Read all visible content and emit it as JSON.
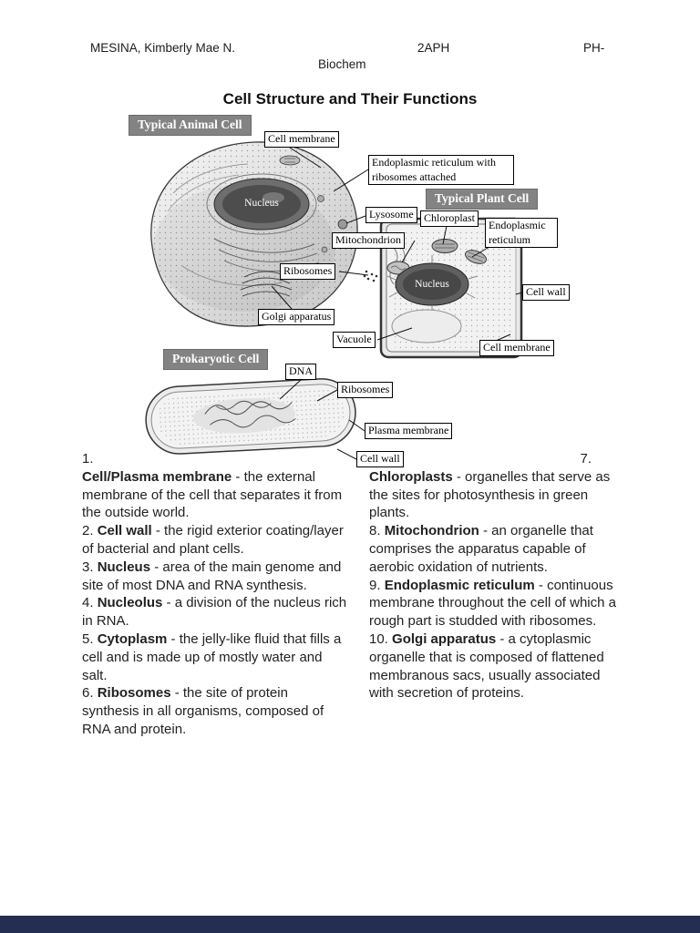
{
  "header": {
    "name_left": "MESINA, Kimberly Mae N.",
    "section_center": "2APH",
    "right_fragment": "PH-",
    "line2": "Biochem"
  },
  "title": "Cell Structure and Their Functions",
  "diagram": {
    "section_headers": {
      "animal": "Typical Animal Cell",
      "plant": "Typical Plant Cell",
      "prokaryote": "Prokaryotic Cell"
    },
    "labels": {
      "cell_membrane_animal": "Cell membrane",
      "er_ribosomes": "Endoplasmic reticulum with ribosomes attached",
      "lysosome": "Lysosome",
      "chloroplast": "Chloroplast",
      "er_plant": "Endoplasmic reticulum",
      "mitochondrion": "Mitochondrion",
      "nucleus_animal": "Nucleus",
      "nucleus_plant": "Nucleus",
      "ribosomes_animal": "Ribosomes",
      "cell_wall_plant": "Cell wall",
      "golgi": "Golgi apparatus",
      "vacuole": "Vacuole",
      "cell_membrane_plant": "Cell membrane",
      "dna": "DNA",
      "ribosomes_prok": "Ribosomes",
      "plasma_membrane": "Plasma membrane",
      "cell_wall_prok": "Cell wall"
    }
  },
  "definitions": {
    "left": {
      "lead_number": "1.",
      "items": [
        {
          "num": "",
          "term": "Cell/Plasma membrane",
          "text": " - the external membrane of the cell that separates it from the outside world."
        },
        {
          "num": "2. ",
          "term": "Cell wall",
          "text": " - the rigid exterior coating/layer of bacterial and plant cells."
        },
        {
          "num": "3. ",
          "term": "Nucleus",
          "text": " - area of the main genome and site of most DNA and RNA synthesis."
        },
        {
          "num": "4. ",
          "term": "Nucleolus",
          "text": " - a division of the nucleus rich in RNA."
        },
        {
          "num": "5. ",
          "term": "Cytoplasm",
          "text": " - the jelly-like fluid that fills a cell and is made up of mostly water and salt."
        },
        {
          "num": "6. ",
          "term": "Ribosomes",
          "text": " - the site of protein synthesis in all organisms, composed of RNA and protein."
        }
      ]
    },
    "right": {
      "lead_number": "7.",
      "items": [
        {
          "num": "",
          "term": "Chloroplasts",
          "text": " - organelles that serve as the sites for photosynthesis in green plants."
        },
        {
          "num": "8. ",
          "term": "Mitochondrion",
          "text": " - an organelle that comprises the apparatus capable of aerobic oxidation of nutrients."
        },
        {
          "num": "9. ",
          "term": "Endoplasmic reticulum",
          "text": " - continuous membrane throughout the cell of which a rough part is studded with ribosomes."
        },
        {
          "num": "10. ",
          "term": "Golgi apparatus",
          "text": " - a cytoplasmic organelle that is composed of flattened membranous sacs, usually associated with secretion of proteins."
        }
      ]
    }
  },
  "colors": {
    "footer_bar": "#232e52",
    "section_header_bg": "#838383"
  }
}
